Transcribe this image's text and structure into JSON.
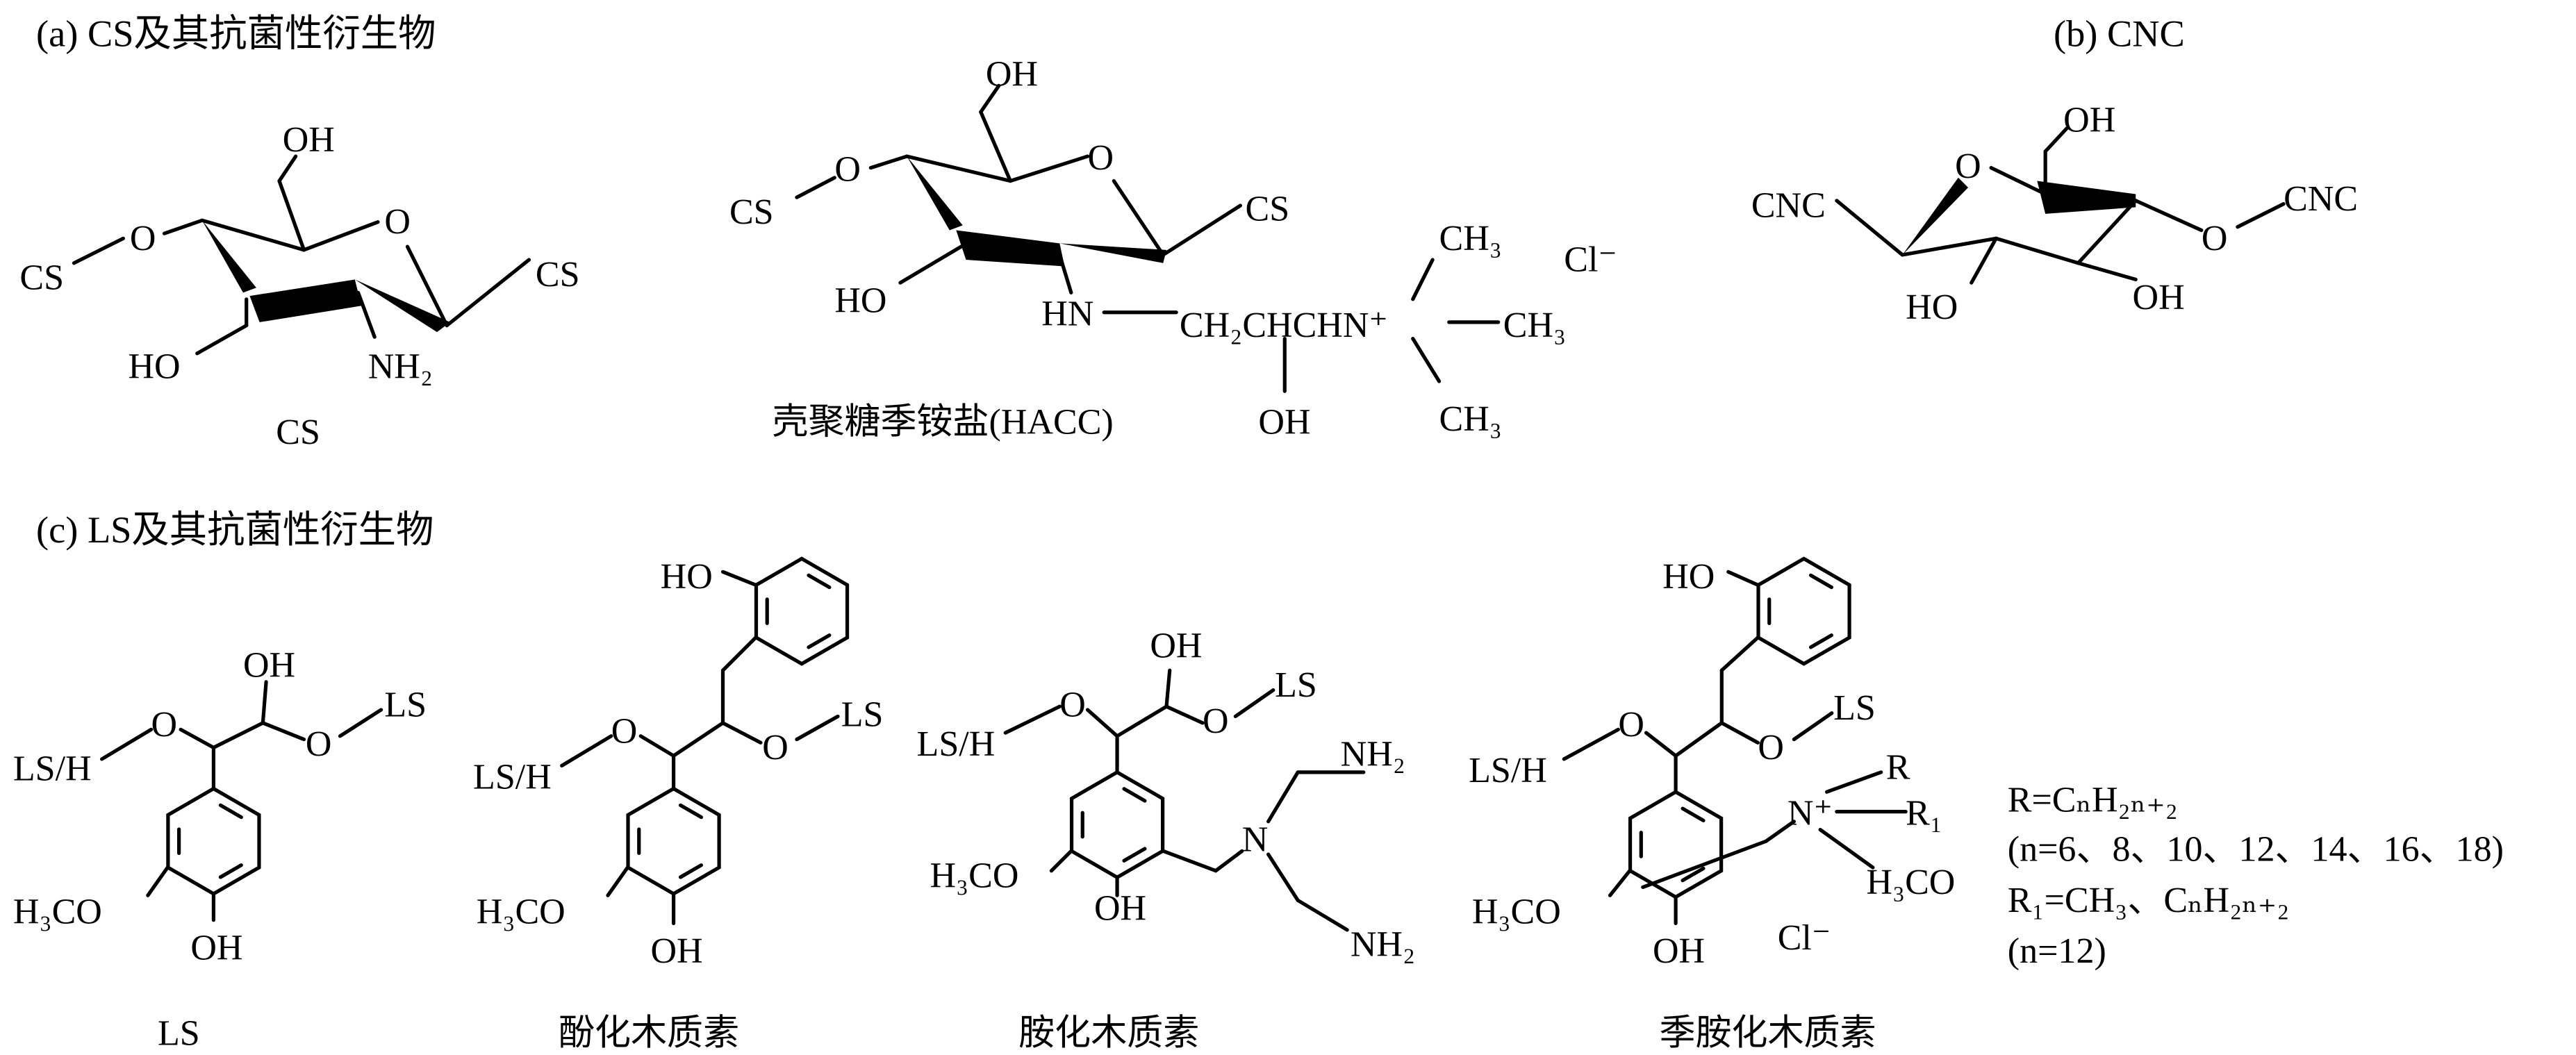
{
  "panel_a": {
    "title": "(a) CS及其抗菌性衍生物",
    "cs": {
      "oh": "OH",
      "o_link": "O",
      "cs_left": "CS",
      "ring_o": "O",
      "cs_right": "CS",
      "ho": "HO",
      "nh2": "NH₂",
      "name": "CS"
    },
    "hacc": {
      "oh": "OH",
      "o_link": "O",
      "cs_left": "CS",
      "ring_o": "O",
      "cs_right": "CS",
      "ho": "HO",
      "hn": "HN",
      "chain": "CH₂CHCHN⁺",
      "ch3_top": "CH₃",
      "ch3_right": "CH₃",
      "ch3_bottom": "CH₃",
      "chain_oh": "OH",
      "cl": "Cl⁻",
      "name": "壳聚糖季铵盐(HACC)"
    }
  },
  "panel_b": {
    "title": "(b) CNC",
    "cnc": {
      "cnc_left": "CNC",
      "ring_o": "O",
      "oh_top": "OH",
      "o_link": "O",
      "cnc_right": "CNC",
      "ho": "HO",
      "oh": "OH"
    }
  },
  "panel_c": {
    "title": "(c) LS及其抗菌性衍生物",
    "ls": {
      "oh_top": "OH",
      "o_left": "O",
      "lsh": "LS/H",
      "o_right": "O",
      "ls": "LS",
      "h3co": "H₃CO",
      "oh": "OH",
      "name": "LS"
    },
    "phenol": {
      "ho": "HO",
      "o_left": "O",
      "lsh": "LS/H",
      "o_right": "O",
      "ls": "LS",
      "h3co": "H₃CO",
      "oh": "OH",
      "name": "酚化木质素"
    },
    "amine": {
      "oh_top": "OH",
      "o_left": "O",
      "lsh": "LS/H",
      "o_right": "O",
      "ls": "LS",
      "n": "N",
      "nh2_top": "NH₂",
      "nh2_bottom": "NH₂",
      "h3co": "H₃CO",
      "oh": "OH",
      "name": "胺化木质素"
    },
    "quat": {
      "ho": "HO",
      "o_left": "O",
      "lsh": "LS/H",
      "o_right": "O",
      "ls": "LS",
      "n": "N⁺",
      "r": "R",
      "r1": "R₁",
      "n_h3co": "H₃CO",
      "cl": "Cl⁻",
      "h3co": "H₃CO",
      "oh": "OH",
      "name": "季胺化木质素"
    },
    "notes": [
      "R=CₙH₂ₙ₊₂",
      "(n=6、8、10、12、14、16、18)",
      "R₁=CH₃、CₙH₂ₙ₊₂",
      "(n=12)"
    ]
  }
}
